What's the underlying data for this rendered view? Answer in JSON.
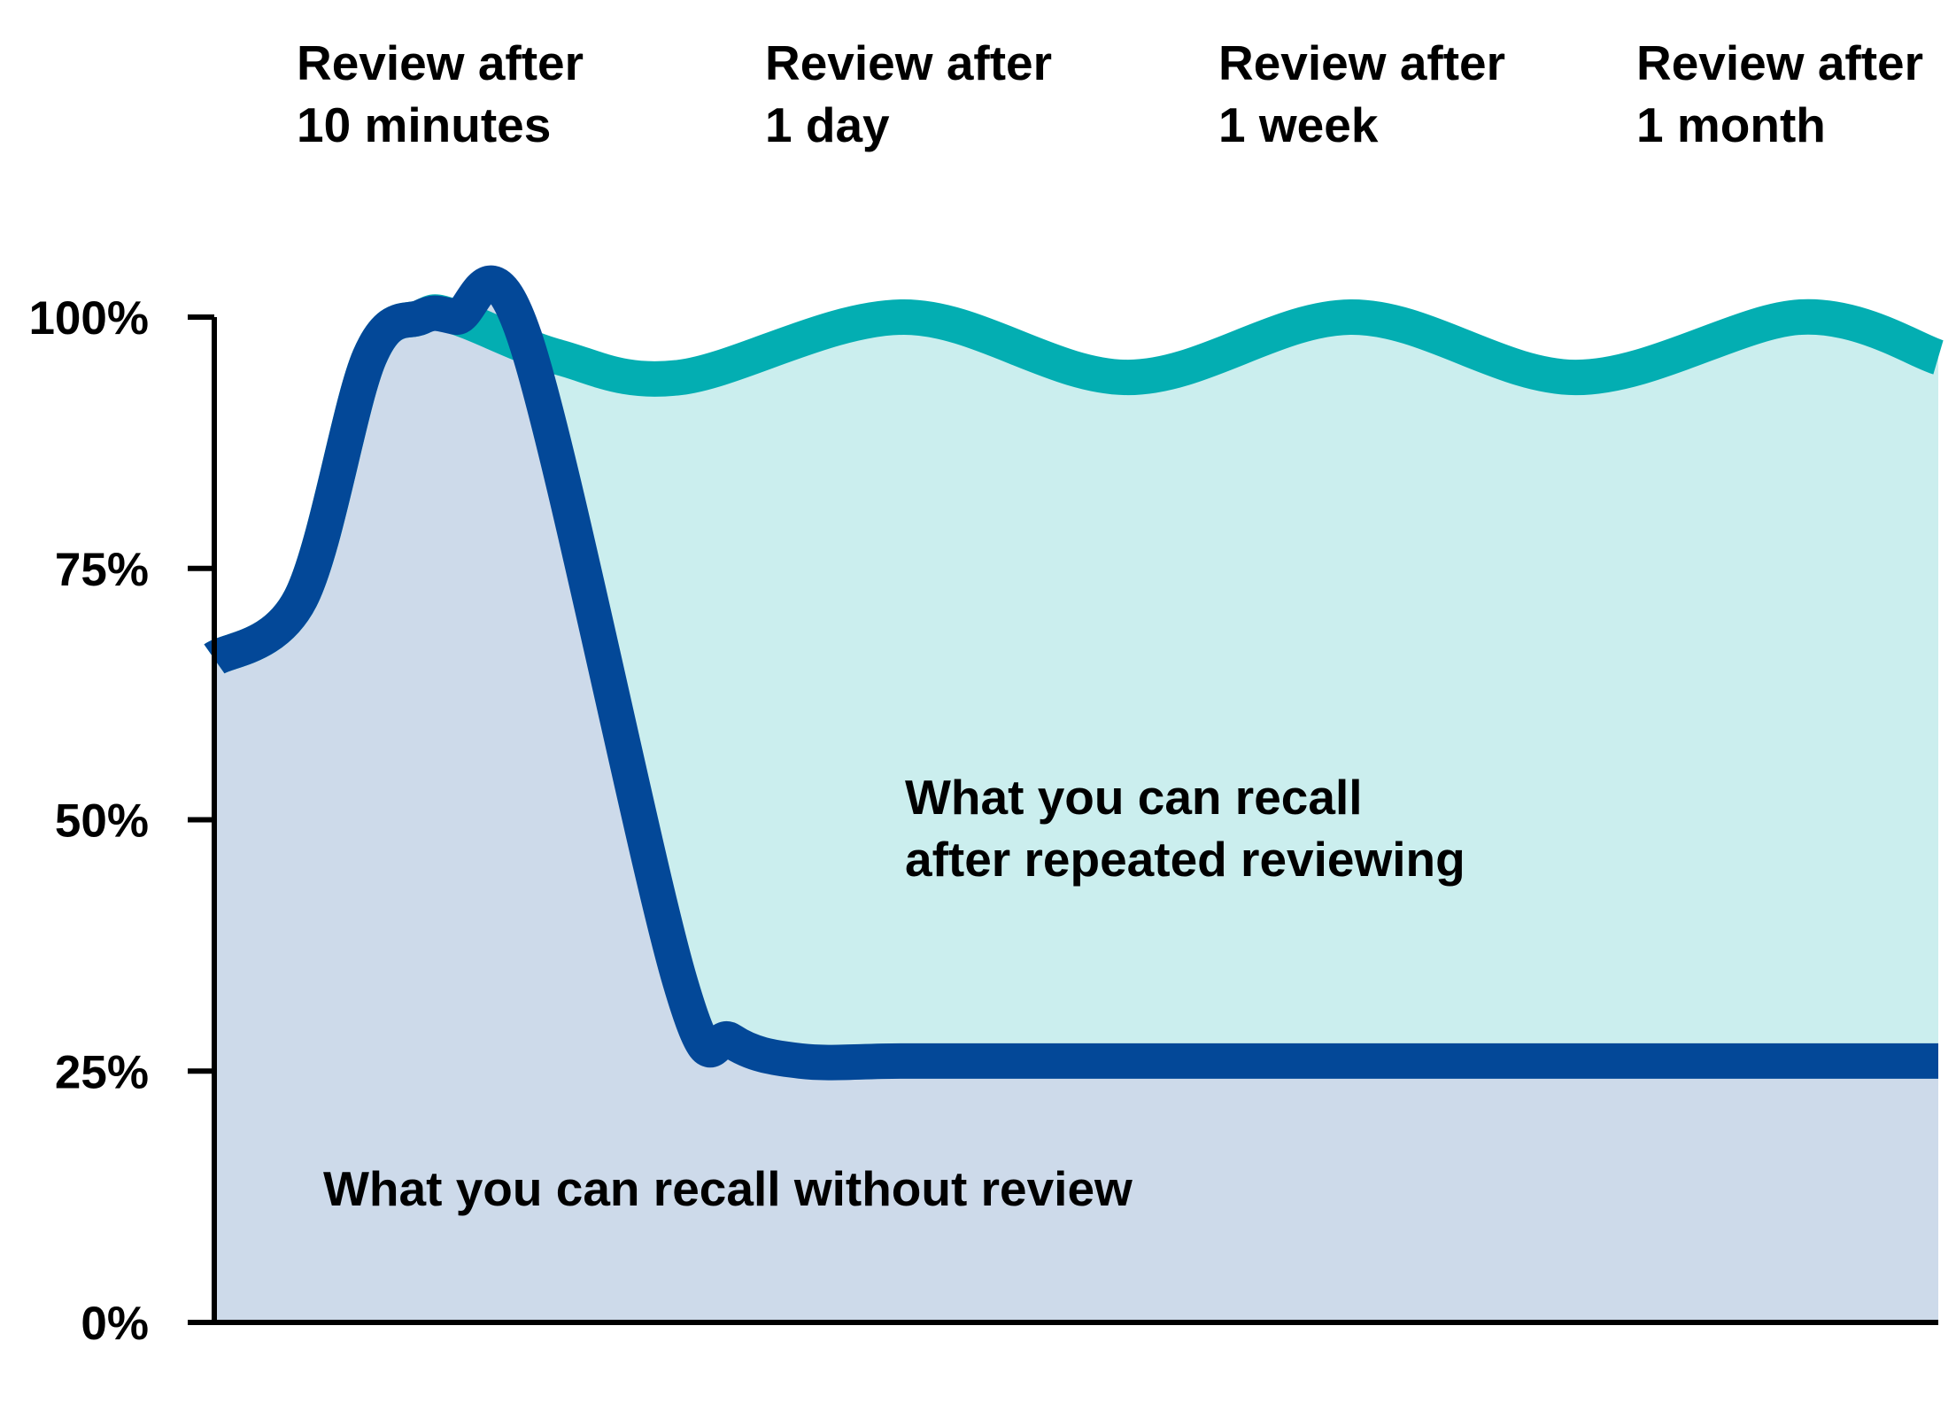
{
  "chart_data": {
    "type": "area",
    "title": "",
    "xlabel": "",
    "ylabel": "",
    "ylim": [
      0,
      100
    ],
    "y_ticks": [
      "0%",
      "25%",
      "50%",
      "75%",
      "100%"
    ],
    "grid": false,
    "legend": "none",
    "review_labels": [
      {
        "line1": "Review after",
        "line2": "10 minutes"
      },
      {
        "line1": "Review after",
        "line2": "1 day"
      },
      {
        "line1": "Review after",
        "line2": "1 week"
      },
      {
        "line1": "Review after",
        "line2": "1 month"
      }
    ],
    "area_labels": {
      "with_review_line1": "What you can recall",
      "with_review_line2": "after repeated reviewing",
      "without_review": "What you can recall without review"
    },
    "colors": {
      "without_review_line": "#034898",
      "without_review_fill": "#cddaea",
      "with_review_line": "#03aeb2",
      "with_review_fill": "#cbeeee",
      "axis": "#000000"
    },
    "series": [
      {
        "key": "without_review",
        "x": [
          0,
          0.05,
          0.09,
          0.12,
          0.14,
          0.18,
          0.27,
          0.3,
          0.34,
          0.4,
          0.5,
          0.6,
          0.7,
          0.8,
          0.9,
          1.0
        ],
        "values": [
          66,
          72,
          96,
          100,
          100,
          98,
          34,
          28,
          26,
          26,
          26,
          26,
          26,
          26,
          26,
          26
        ]
      },
      {
        "key": "with_review",
        "x": [
          0,
          0.05,
          0.09,
          0.12,
          0.14,
          0.2,
          0.27,
          0.4,
          0.53,
          0.66,
          0.79,
          0.92,
          1.0
        ],
        "values": [
          66,
          72,
          96,
          100,
          100,
          96,
          94,
          100,
          94,
          100,
          94,
          100,
          96
        ]
      }
    ]
  }
}
